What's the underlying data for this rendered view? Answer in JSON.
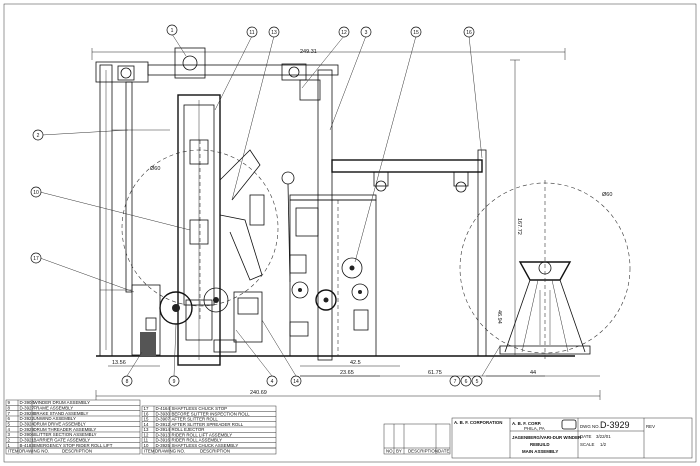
{
  "dimensions": {
    "overall_width": "249.31",
    "right_height": "167.72",
    "lower_right_height": "46.94",
    "left_offset": "13.56",
    "center_a": "42.5",
    "center_b": "23.65",
    "center_c": "61.75",
    "right_offset": "44",
    "base_length": "240.69",
    "roll_left_dia": "Ø60",
    "roll_right_dia": "Ø60"
  },
  "bubbles": {
    "b1": "1",
    "b11": "11",
    "b13": "13",
    "b12": "12",
    "b3": "3",
    "b15": "15",
    "b16": "16",
    "b2": "2",
    "b10": "10",
    "b17": "17",
    "b8": "8",
    "b9": "9",
    "b4": "4",
    "b14": "14",
    "b7": "7",
    "b6": "6",
    "b5": "5"
  },
  "parts_list_left": [
    {
      "no": "9",
      "dwg": "D-3904",
      "desc": "WINDER DRUM ASSEMBLY"
    },
    {
      "no": "8",
      "dwg": "D-3927",
      "desc": "FRAME ASSEMBLY"
    },
    {
      "no": "7",
      "dwg": "D-3928",
      "desc": "BRAKE STAND ASSEMBLY"
    },
    {
      "no": "6",
      "dwg": "D-3922",
      "desc": "UNWIND ASSEMBLY"
    },
    {
      "no": "5",
      "dwg": "D-3924",
      "desc": "DRUM DRIVE ASSEMBLY"
    },
    {
      "no": "4",
      "dwg": "D-3929",
      "desc": "DRUM THREADER ASSEMBLY"
    },
    {
      "no": "3",
      "dwg": "D-3906",
      "desc": "SLITTER SECTION ASSEMBLY"
    },
    {
      "no": "2",
      "dwg": "D-3921",
      "desc": "BARRIER GATE ASSEMBLY"
    },
    {
      "no": "1",
      "dwg": "B-4183",
      "desc": "EMERGENCY STOP RIDER ROLL LIFT"
    }
  ],
  "parts_list_left_header": {
    "no": "ITEM",
    "dwg": "DRAWING NO.",
    "desc": "DESCRIPTION"
  },
  "parts_list_mid": [
    {
      "no": "17",
      "dwg": "D-4164",
      "desc": "SHAFTLESS CHUCK STOP"
    },
    {
      "no": "16",
      "dwg": "D-3930",
      "desc": "BEFORE SLITTER INSPECTION ROLL"
    },
    {
      "no": "15",
      "dwg": "D-3907",
      "desc": "AFTER SLITTER ROLL"
    },
    {
      "no": "14",
      "dwg": "D-3912",
      "desc": "AFTER SLITTER SPREADER ROLL"
    },
    {
      "no": "13",
      "dwg": "D-3914",
      "desc": "ROLL EJECTOR"
    },
    {
      "no": "12",
      "dwg": "D-3913",
      "desc": "RIDER ROLL LIFT ASSEMBLY"
    },
    {
      "no": "11",
      "dwg": "D-3916",
      "desc": "RIDER ROLL ASSEMBLY"
    },
    {
      "no": "10",
      "dwg": "D-3925",
      "desc": "SHAFTLESS CHUCK ASSEMBLY"
    }
  ],
  "parts_list_mid_header": {
    "no": "ITEM",
    "dwg": "DRAWING NO.",
    "desc": "DESCRIPTION"
  },
  "revision_header": {
    "no": "NO.",
    "by": "BY",
    "desc": "DESCRIPTION",
    "date": "DATE"
  },
  "title_block": {
    "company": "A. B. F. CORPORATION",
    "company_short": "A. B. F. CORP.",
    "city": "PHILA, PA",
    "title_line1": "JAGENBERG/VARI-DUR WINDER",
    "title_line2": "REBUILD",
    "title_line3": "MAIN ASSEMBLY",
    "drawing_no": "D-3929",
    "date": "3/22/01",
    "scale": "1/2",
    "label_dwg": "DWG NO.",
    "label_date": "DATE",
    "label_scale": "SCALE",
    "label_rev": "REV"
  }
}
